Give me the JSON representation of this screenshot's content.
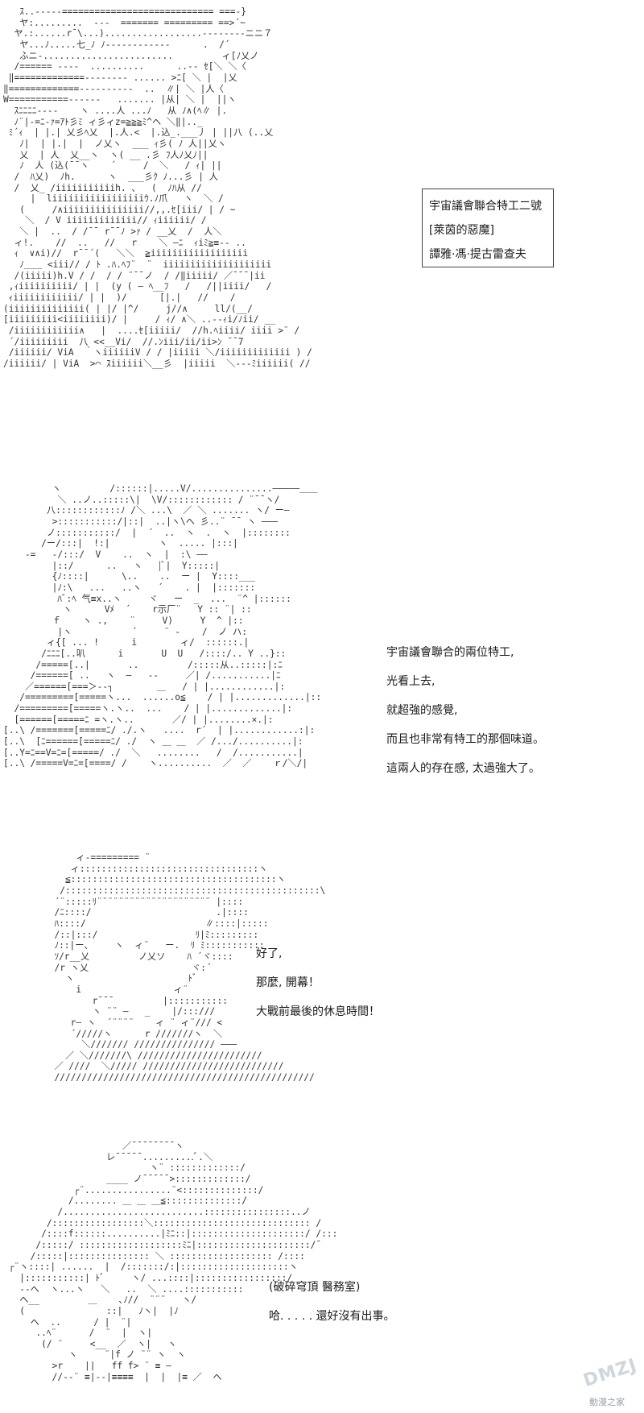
{
  "panels": {
    "p1": {
      "art": "   ｽ..-----============================ ===-}\n   ヤ:.........  ---  ======= ========= ==>´~\n  ヤ.:......r¯\\...)..................--------ニニ７\n   ヤ...ﾉ.....七_ﾉ ﾉ------------      .  /´\n   ふニ-........................         ィ[ﾉ乂ノ\n  /====== ----  ..........      ..-- ｾ[＼ ＼〈\n ‖=============-------- ...... >ﾆ[ ＼ |  |乂\n‖=============----------  ..  ∥| ＼ |人〈\nW===========------   ....... |从| ＼ |  ||ヽ\n  ｽﾆﾆﾆﾆ----    ヽ ....人 ...ﾉ   从 ﾉ∧(ﾍ∥ |.\n  ﾉ¨|-=ﾆ-ｧ=ｱﾄ彡ﾐ ィ彡ィz=≧≧≧ﾐ^ヘ ＼‖|.._\n ﾐ´ｨ  | |.| 乂彡ﾍ乂  |.人.<  |.込_.___丿 | ||八 (..乂\n   ﾉ|  | |.|  |  ノ乂ヽ  ___ ｨ彡( ﾉ 人||乂ヽ\n   乂  | 人  乂__ヽ  ヽ( __ .彡 ﾌ人ﾉ乂ﾉ||\n   ﾉ  人 (込(¯¯ヽ    ´     /  ＼   / ｨ| ||\n  /  ﾊ乂)  ﾉh.      ヽ  ___彡ｸ ﾉ...彡 | 人\n  /  乂_ /iiiiiiiiiiih. 、  (  ﾉﾊ从 //\n     |  liiiiiiiiiiiiiiiiiｳ.ﾉ爪   ヽ  ＼ /\n   (     /∧iiiiiiiiiiiiiii//,,.ｾ[iii/ | / ~\n    ＼  / V iiiiiiiiiiiii// ｨiiiiii/ /\n   ＼ |  ..  / /¯¯ r¯¯ﾉ >ｧ / __乂  /  人＼\n  ィ!.    //  ..   //   r    ＼ ―ﾆ  ｨiﾐ≧≡-- ..\n  ｨ  ∨∧i)//  r¯¯´(   ＼＼  ≧iiiiiiiiiiiiiiiiii\n   ﾉ＿＿ <iii// / ﾄ .ﾊ.ﾍﾌ¨  ¨  iiiiiiiiiiiiiiiiiiii\n  /(iiiii)h.V / /  / / ¨¯¯ノ  / /‖iiiii/ ／¯¯¯|ii\n ,ｨiiiiiiiiii/ | |  (y ( ― ﾍ__ﾌ   /   /||iiii/   /\n ｨiiiiiiiiiiii/ | |  )/      [|.|   //    /\n(iiiiiiiiiiiiii( | |/ |^/     j//∧     ll/(__/\n[iiiiiiiii<iiiiiiii)/ |     / ｨ/ ∧＼ ..--ｨi/ﾉii/ __\n /iiiiiiiiiiii∧   |  ....ｾ[iiiii/  //h.ﾍiiii/ iiii >¨ /\n ´/iiiiiiiii  八 <<__Vi/  //.ﾝiii/ii/ii>ﾝ ¯¯7\n /iiiiii/ ViA  ｀ヽiiiiiiV / / |iiiii ＼/iiiiiiiiiiiii ) /\n/iiiiii/ | ViA  >⌒ ｽiiiiii＼__彡  |iiiii  ＼---ﾐiiiiii( //"
    },
    "caption_box": {
      "line1": "宇宙議會聯合特工二號",
      "line2": "[萊茵的惡魔]",
      "line3": "譚雅·馮·提古雷查夫"
    },
    "p2": {
      "art": "         ヽ         /::::::|.....V/...............―――――＿＿\n          ＼ ..ノ..:::::\\|  \\V/:::::::::::: / ¨¯¯ヽ/\n        八::::::::::::ﾉ /＼ ...\\  ／ ＼ ....... ヽ/ ー―\n         >:::::::::::/|::|  ..|ヽ\\ヘ 彡..¨ ¯¯ ヽ ―――\n        ノ:::::::::::/  |  ´  ..  ヽ  .  ヽ  |::::::::\n       /ー/:::|  !:|         ヽ  ..... |:::|\n    -=   -/:::/  V    ..  ヽ  |  :\\ ――\n         |::/      ..   ヽ   |ﾞ|  Y:::::|\n         {ﾉ::::|      \\..    ..  ー |  Y::::___\n         |ﾉ:\\   ...   ..ヽ   ´    . |  |:::::::\n          ﾊﾞ:ﾍ 气≡x..ヽ     ヾ   ー  _  ...  ¨^ |::::::\n           ヽ      Vﾒ  ´    r示厂¨   Y :: ¨| ::\n         ｆ    ヽ .,    ¨     V)     Y  ^ |::\n          |ヽ           ´     ¨ -    /  ノ ハ:\n        ィ{[ ... !      i        ィ/  ::::::.|\n       /ﾆﾆﾆ[..叭      i       U  U   /::::/.. Y ..}::\n      /=====[..|       ..         /:::::从..:::::|:ﾆ\n     /======[ ..   ヽ  ―   --     ／| /...........|ﾆ\n    ／======[===＞--┐        ＿   / | |............|:\n   /=========[=====ヽ...  ......o≦    / | |.............|::\n  /=========[=====ヽ.ヽ..  ...    / | |.............|:\n  [======[=====ﾆ =ヽ.ヽ..       ／/ | |........×.|:\n[..\\ /=======[=====ﾆ/ ./.ヽ   ....  r´  | |............:|:\n[..\\  [ﾆ======[=====ﾆ/ ./  ヽ ＿ ＿  ／ /.../..........|:\n[..Y=ﾆ==V=ﾆ=[=====/ ./  ＼   ........   /  /...........|\n[..\\ /=====V=ﾆ=[====/ /    ヽ..........  ／  ／    ｒ/＼/|"
    },
    "text_block_1": {
      "line1": "宇宙議會聯合的兩位特工,",
      "line2": "光看上去,",
      "line3": "就超強的感覺,",
      "line4": "而且也非常有特工的那個味道。",
      "line5": "這兩人的存在感, 太過強大了。"
    },
    "p3": {
      "art": "      ィ-========= ¨\n     ィ:::::::::::::::::::::::::::::::::ヽ\n    ≦::::::::::::::::::::::::::::::::::::::ヽ\n   /:::::::::::::::::::::::::::::::::::::::::::::::\\\n  ´¨:::::ﾘ¨¨¨¨¨¨¨¨¨¨¨¨¨¨¨¨¨¨¨¨¨ |::::\n  /ﾆ::::/                       .|::::\n  ﾊ::::/                      ∥::::|:::::\n  /::|:::/                  ﾘ|ﾐ:::::::::\n  ﾉ::|ー、    ヽ  ィ¨   ー.  ﾘ ﾐ:::::::::::\n  ｿ/r__乂         ノ乂ソ    ﾊ ´ヾ::::\n  /r ヽ乂                   ヾ:´\n    ヽ                     ﾄﾞ\n      i                 ィ¨\n         r¯¯¯         |:::::::::::\n         ヽ ¨¨ ―   _    |/:::///\n     r― ヽ  ´¨¨¨¨    ィ ¨ ィ¨/// <\n     ´/////ヽ      r ///////ヽ  ＼\n       ＼/////// /////////////// ―――\n    ／ ＼///////\\ ///////////////////////\n  ／ ////  ＼///// //////////////////////////\n  ////////////////////////////////////////////////"
    },
    "text_block_2": {
      "line1": "好了,",
      "line2": "那麼, 開幕！",
      "line3": "大戰前最後的休息時間！"
    },
    "p4": {
      "art": "                      ／¯¯¯¯¯¯¯¯ヽ\n                   レ¯¯¯¯¯..........ﾞ.＼\n                           ヽ¨ :::::::::::::/\n                   ____ ノ¯¯¯¯¯>:::::::::::::/\n             ┌¨................¨<::::::::::::::/\n            /........ ＿ ＿ ＿≦::::::::::::::/\n          /..........................::::::::::::::::..ノ\n        /:::::::::::::::::＼::::::::::::::::::::::::::::: /\n       /::::f::::::..........|ﾐﾆ::|:::::::::::::::::::::/ /:::\n      /:::::/ :::::::::::::::::::ﾐﾆ|:::::::::::::::::::::/¯\n     /:::::|::::::::::::::: ＼ ::::::::::::::::::: /::::\n ┌¨ヽ::::| ......  |  /:::::::/:|::::::::::::::::::::ヽ\n   |:::::::::::| ﾄﾞ     ヽ/ ...::::|:::::::::::::::::/\n   --ヘ  ヽ...ヽ   ＼   ..  ＼ ....:::::::::::\n   ヘ__         ＿    ､ﾉ//  ¨¨¨   ヽ/\n   (               ::|   ﾉヽ|  |ﾉ\n     ヘ  ..      / |  ¨|\n      ..ﾍ¨      /  ¨  |  ヽ|\n       (/ ¨     <__  ／  ヽ|   ヽ\n            ヽ     ¨|f ノ ¨¨ ヽ  ヽ\n         >r    ||   ff f> ¨ ≡ ―\n         //--¨ ≡|--|≡≡≡≡  |  |  |≡ ／  ヘ"
    },
    "text_block_3": {
      "line1": "(破碎穹頂  醫務室)",
      "line2": "哈. . . . . 還好沒有出事。"
    }
  },
  "watermark": {
    "logo_text": "DMZJ",
    "site_text": "動漫之家"
  }
}
